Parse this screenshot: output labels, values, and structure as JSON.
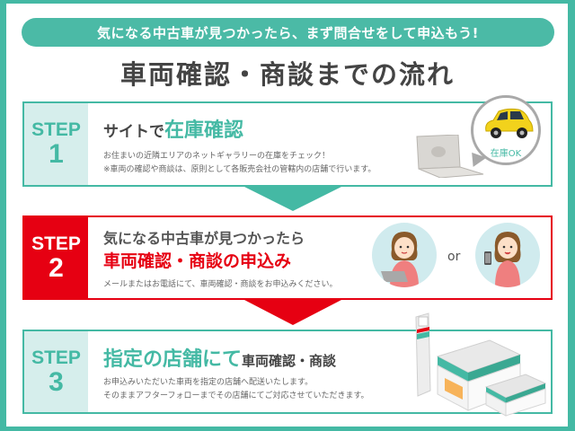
{
  "banner": {
    "text": "気になる中古車が見つかったら、まず問合せをして申込もう!"
  },
  "page_title": "車両確認・商談までの流れ",
  "colors": {
    "teal": "#44b9a4",
    "red": "#e60012",
    "label_bg_teal": "#d6eeec",
    "text_dark": "#444444"
  },
  "steps": [
    {
      "label": "STEP",
      "number": "1",
      "title_prefix": "サイトで",
      "title_highlight": "在庫確認",
      "desc_lines": [
        "お住まいの近隣エリアのネットギャラリーの在庫をチェック！",
        "※車両の確認や商談は、原則として各販売会社の管轄内の店舗で行います。"
      ],
      "illustration": {
        "icons": [
          "laptop-icon",
          "car-icon"
        ],
        "bubble_text": "在庫OK"
      }
    },
    {
      "label": "STEP",
      "number": "2",
      "title_line1": "気になる中古車が見つかったら",
      "title_line2": "車両確認・商談の申込み",
      "desc_lines": [
        "メールまたはお電話にて、車両確認・商談をお申込みください。"
      ],
      "illustration": {
        "icons": [
          "woman-laptop-icon",
          "woman-phone-icon"
        ],
        "connector": "or"
      }
    },
    {
      "label": "STEP",
      "number": "3",
      "title_highlight": "指定の店舗にて",
      "title_suffix": "車両確認・商談",
      "desc_lines": [
        "お申込みいただいた車両を指定の店舗へ配送いたします。",
        "そのままアフターフォローまでその店舗にてご対応させていただきます。"
      ],
      "illustration": {
        "icons": [
          "store-icon"
        ]
      }
    }
  ]
}
